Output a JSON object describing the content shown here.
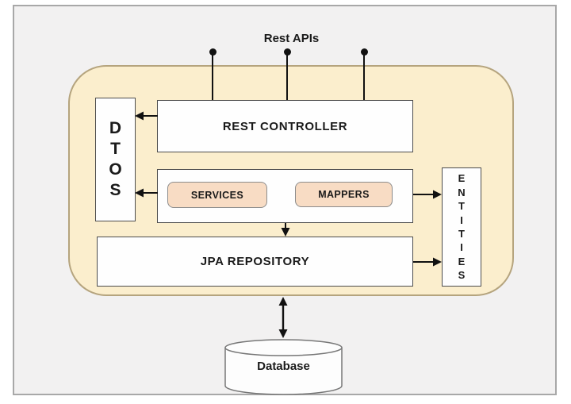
{
  "diagram": {
    "api_label": "Rest APIs",
    "nodes": {
      "rest_controller": {
        "label": "REST CONTROLLER"
      },
      "dtos": {
        "label": "DTOS",
        "letters": [
          "D",
          "T",
          "O",
          "S"
        ]
      },
      "services": {
        "label": "SERVICES"
      },
      "mappers": {
        "label": "MAPPERS"
      },
      "entities": {
        "label": "ENTITIES",
        "letters": [
          "E",
          "N",
          "T",
          "I",
          "T",
          "I",
          "E",
          "S"
        ]
      },
      "jpa_repository": {
        "label": "JPA REPOSITORY"
      },
      "database": {
        "label": "Database"
      }
    },
    "colors": {
      "page_background": "#ffffff",
      "frame_background": "#f2f1f1",
      "frame_border": "#a8a8a8",
      "container_fill": "#fbeecd",
      "container_border": "#b5a47e",
      "box_fill": "#fefefe",
      "box_border": "#4d4d4d",
      "accent_fill": "#f8dcc4",
      "accent_border": "#8c8c8c",
      "line": "#111111"
    }
  }
}
